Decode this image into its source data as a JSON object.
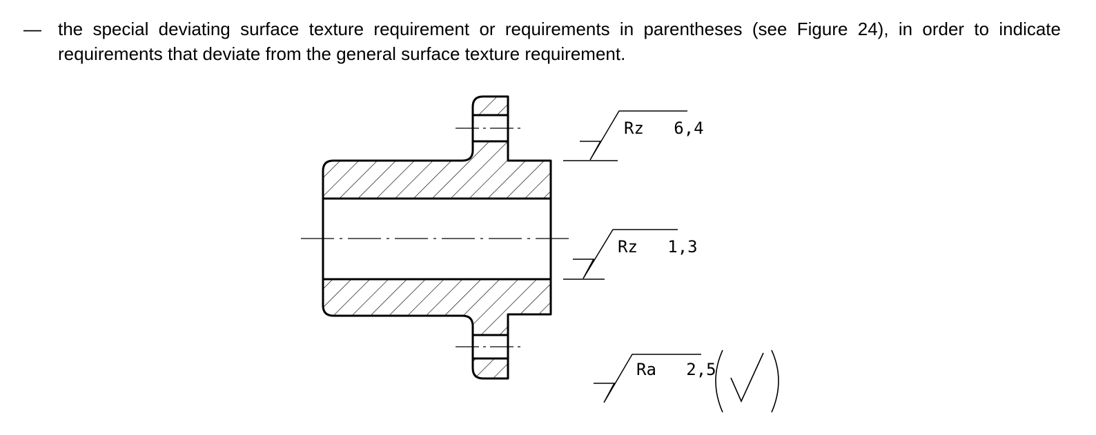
{
  "paragraph": {
    "dash": "—",
    "text": "the special deviating surface texture requirement or requirements in parentheses (see Figure 24), in order to indicate requirements that deviate from the general surface texture requirement."
  },
  "drawing": {
    "surface_symbols": [
      {
        "label": "Rz   6,4"
      },
      {
        "label": "Rz   1,3"
      },
      {
        "label": "Ra   2,5"
      }
    ]
  }
}
